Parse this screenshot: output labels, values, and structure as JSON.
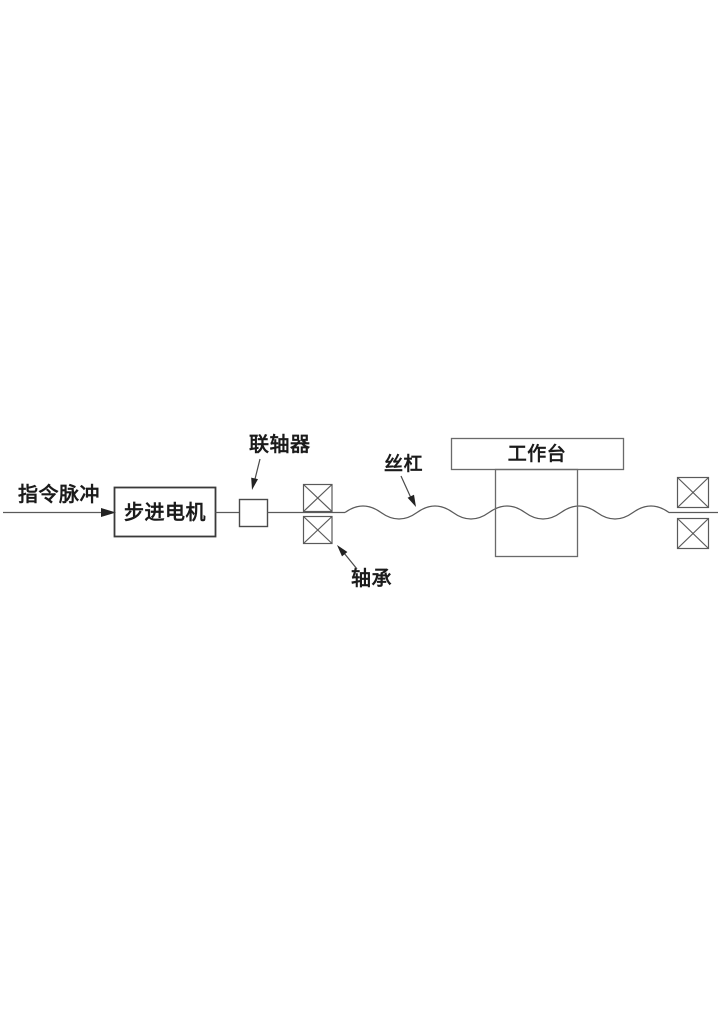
{
  "diagram": {
    "type": "stepper-motor-leadscrew-drive-schematic",
    "labels": {
      "command_pulse": "指令脉冲",
      "stepper_motor": "步进电机",
      "coupling": "联轴器",
      "bearing": "轴承",
      "lead_screw": "丝杠",
      "worktable": "工作台"
    },
    "colors": {
      "background": "#ffffff",
      "line": "#5a5a5a",
      "box_stroke": "#3a3a3a",
      "text": "#1b1b1b",
      "arrowhead": "#222222"
    }
  }
}
